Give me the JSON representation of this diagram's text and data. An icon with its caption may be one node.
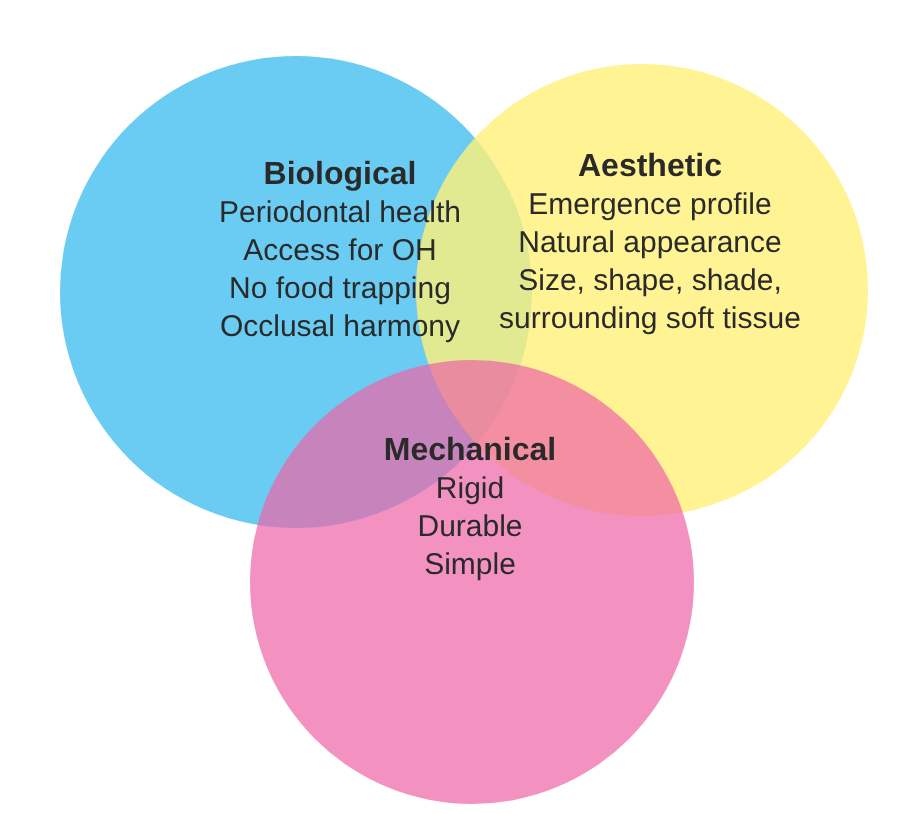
{
  "diagram": {
    "nodes": [
      {
        "text": [
          "Biological",
          "Periodontal health",
          "Access for OH",
          "No food trapping",
          "Occlusal harmony"
        ]
      },
      {
        "text": [
          "Aesthetic",
          "Emergence profile",
          "Natural appearance",
          "Size, shape, shade, surrounding soft tissue"
        ]
      },
      {
        "text": [
          "Mechanical",
          "Rigid",
          "Durable",
          "Simple"
        ]
      }
    ]
  }
}
